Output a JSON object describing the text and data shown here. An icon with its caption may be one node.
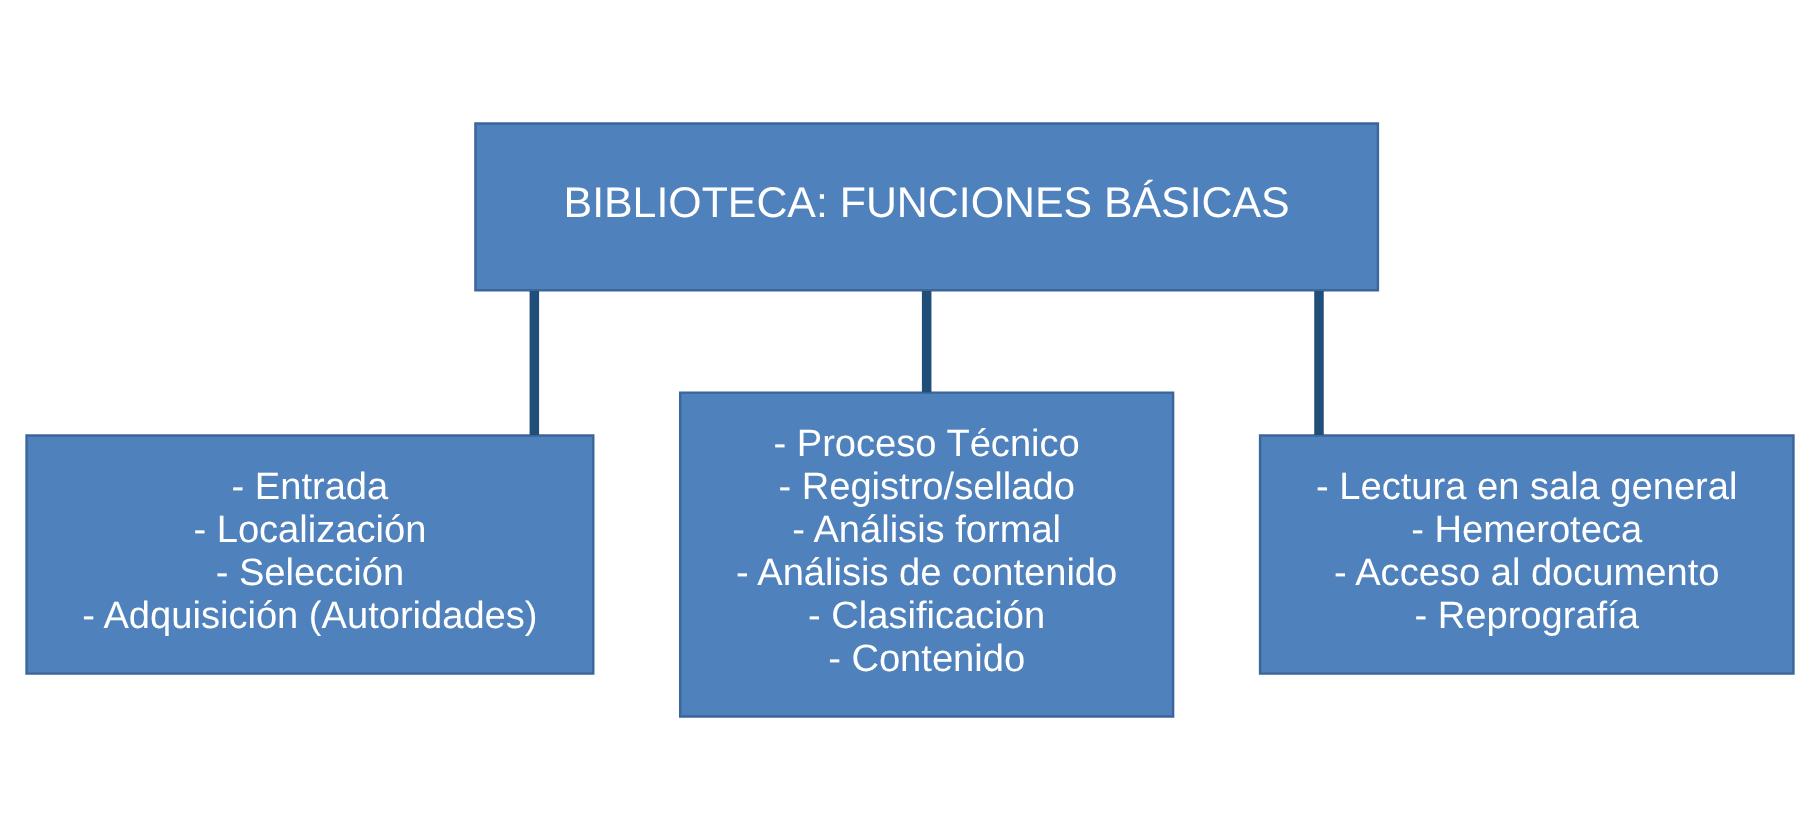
{
  "diagram": {
    "nodes": [
      {
        "text": [
          "BIBLIOTECA: FUNCIONES BÁSICAS"
        ]
      },
      {
        "text": [
          "- Entrada",
          "- Localización",
          "- Selección",
          "- Adquisición (Autoridades)"
        ]
      },
      {
        "text": [
          "- Proceso Técnico",
          "- Registro/sellado",
          "- Análisis formal",
          "- Análisis de contenido",
          "- Clasificación",
          "- Contenido"
        ]
      },
      {
        "text": [
          "- Lectura en sala general",
          "- Hemeroteca",
          "- Acceso al documento",
          "- Reprografía"
        ]
      }
    ],
    "edges": [
      {
        "from": 0,
        "to": 1,
        "arrow": "none"
      },
      {
        "from": 0,
        "to": 2,
        "arrow": "none"
      },
      {
        "from": 0,
        "to": 3,
        "arrow": "none"
      }
    ]
  }
}
